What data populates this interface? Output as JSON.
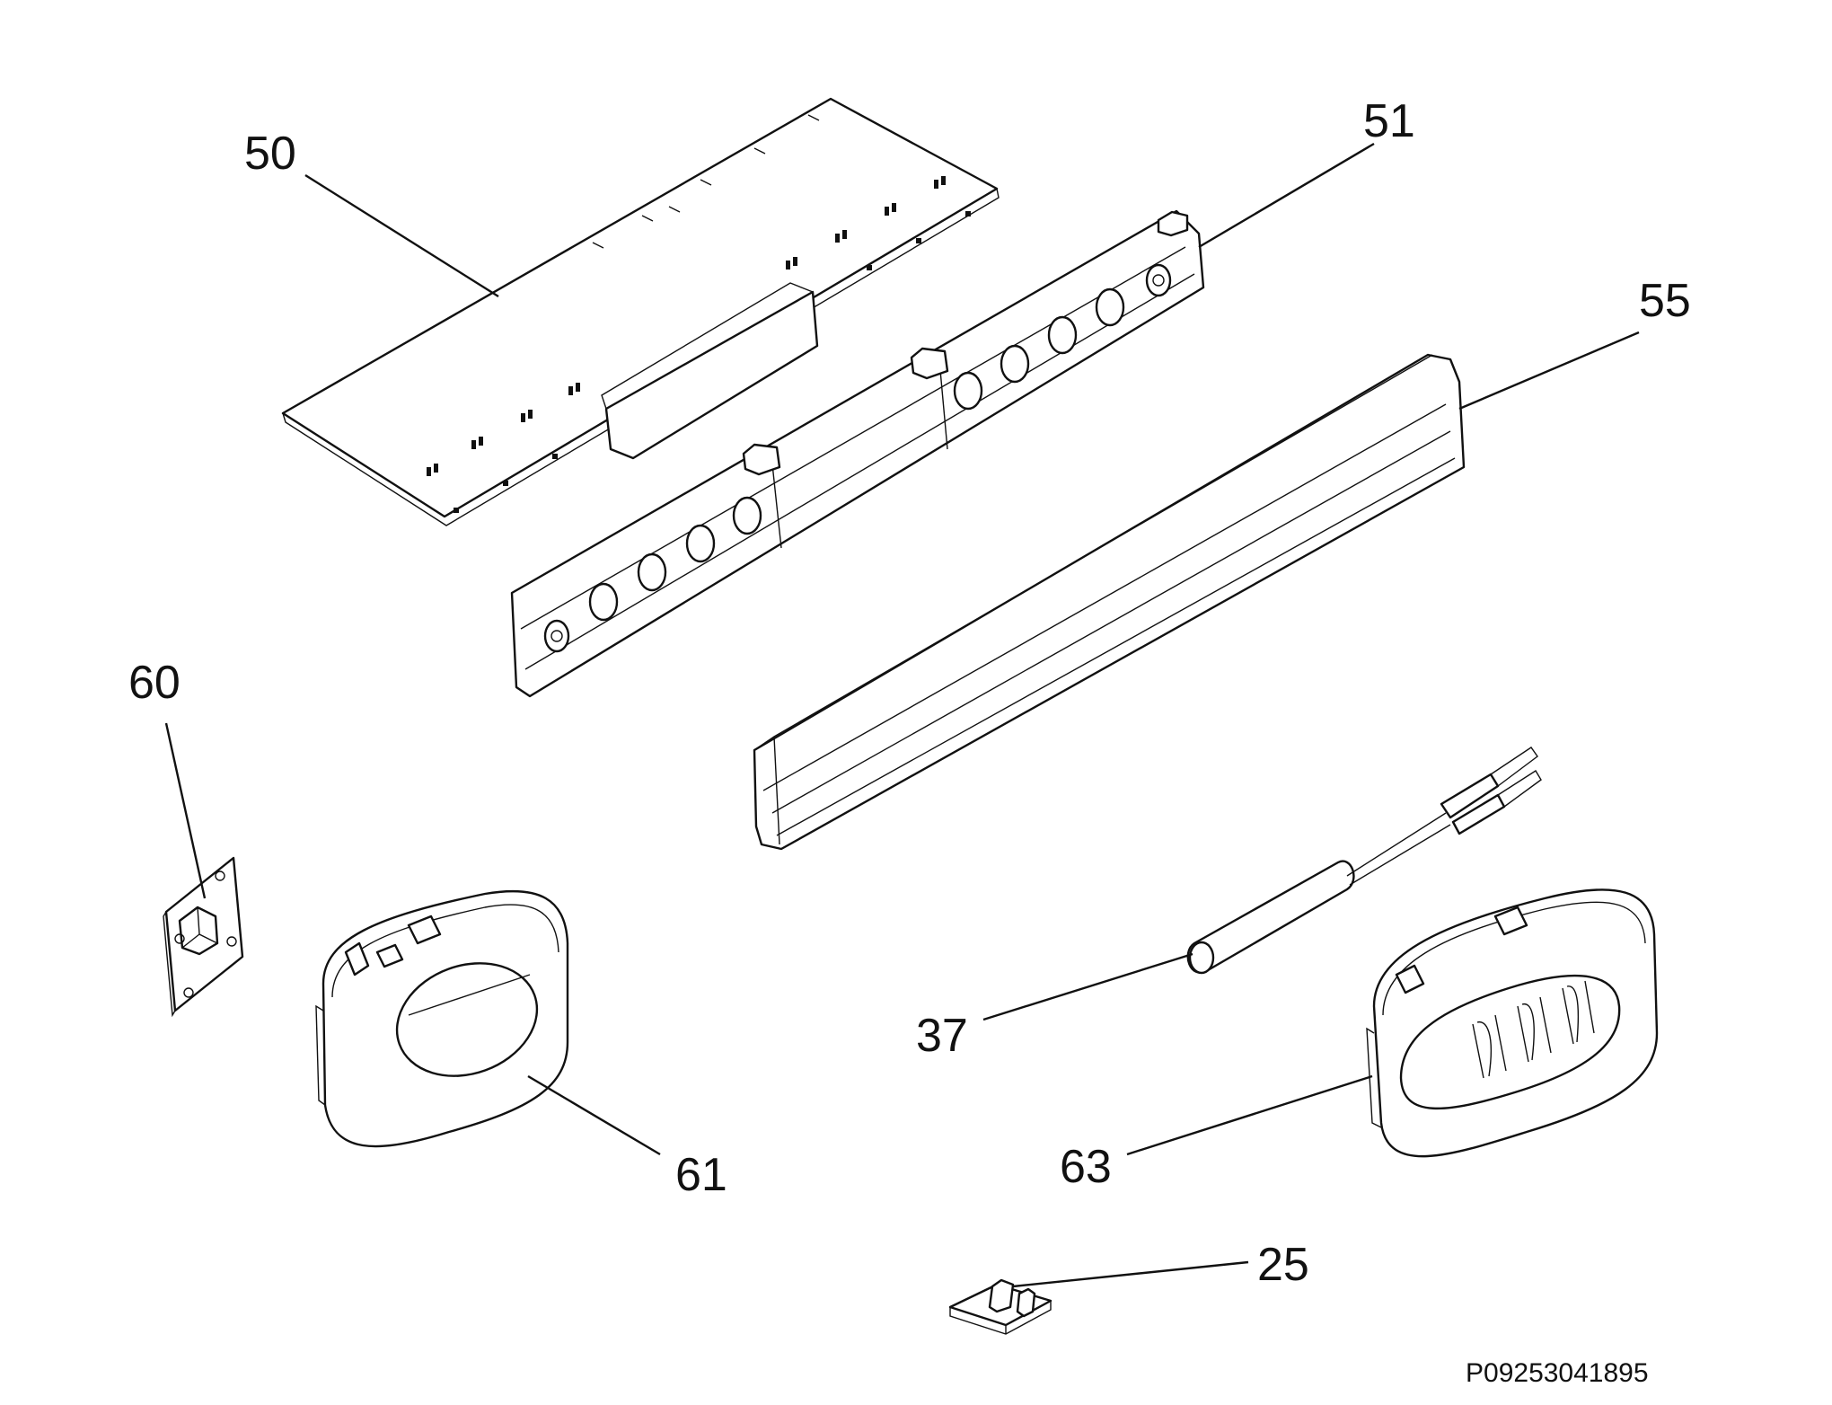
{
  "document_id": "P09253041895",
  "callouts": [
    {
      "id": "p50",
      "label": "50"
    },
    {
      "id": "p51",
      "label": "51"
    },
    {
      "id": "p55",
      "label": "55"
    },
    {
      "id": "p60",
      "label": "60"
    },
    {
      "id": "p37",
      "label": "37"
    },
    {
      "id": "p61",
      "label": "61"
    },
    {
      "id": "p63",
      "label": "63"
    },
    {
      "id": "p25",
      "label": "25"
    }
  ]
}
